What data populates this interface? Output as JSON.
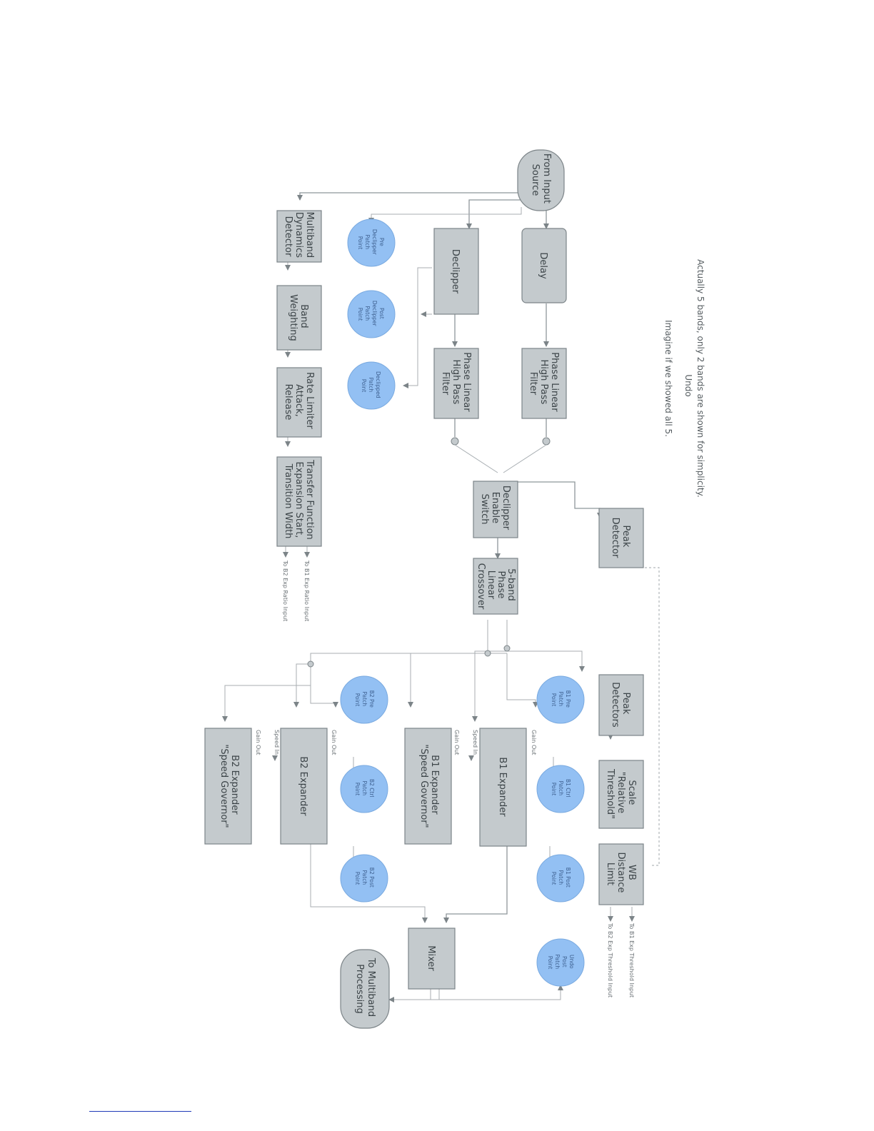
{
  "note": {
    "title": "Undo",
    "line1": "Actually 5 bands, only 2 bands are shown for simplicity.",
    "line2": "Imagine if we showed all 5."
  },
  "nodes": {
    "input_source": [
      "From Input",
      "Source"
    ],
    "delay": [
      "Delay"
    ],
    "hpf1": [
      "Phase Linear",
      "High Pass",
      "Filter"
    ],
    "declipper": [
      "Declipper"
    ],
    "hpf2": [
      "Phase Linear",
      "High Pass",
      "Filter"
    ],
    "multiband_detector": [
      "Multiband",
      "Dynamics",
      "Detector"
    ],
    "band_weighting": [
      "Band",
      "Weighting"
    ],
    "rate_limiter": [
      "Rate Limiter",
      "Attack,",
      "Release"
    ],
    "transfer_function": [
      "Transfer Function",
      "Expansion Start,",
      "Transition Width"
    ],
    "declipper_switch": [
      "Declipper",
      "Enable",
      "Switch"
    ],
    "peak_detector": [
      "Peak",
      "Detector"
    ],
    "crossover": [
      "5-band",
      "Phase",
      "Linear",
      "Crossover"
    ],
    "peak_detectors": [
      "Peak",
      "Detectors"
    ],
    "scale_threshold": [
      "Scale",
      "\"Relative",
      "Threshold\""
    ],
    "wb_distance": [
      "WB",
      "Distance",
      "Limit"
    ],
    "b1_expander": [
      "B1 Expander"
    ],
    "b1_governor": [
      "B1 Expander",
      "\"Speed Governor\""
    ],
    "b2_expander": [
      "B2 Expander"
    ],
    "b2_governor": [
      "B2 Expander",
      "\"Speed Governor\""
    ],
    "mixer": [
      "Mixer"
    ],
    "to_multiband": [
      "To Multiband",
      "Processing"
    ]
  },
  "patch_points": {
    "pre_declipper": [
      "Pre",
      "Declipper",
      "Patch",
      "Point"
    ],
    "post_declipper": [
      "Post",
      "Declipper",
      "Patch",
      "Point"
    ],
    "declipped": [
      "Declipped",
      "Patch",
      "Point"
    ],
    "b1_pre": [
      "B1 Pre",
      "Patch",
      "Point"
    ],
    "b1_ctrl": [
      "B1 Ctrl",
      "Patch",
      "Point"
    ],
    "b1_post": [
      "B1 Post",
      "Patch",
      "Point"
    ],
    "b2_pre": [
      "B2 Pre",
      "Patch",
      "Point"
    ],
    "b2_ctrl": [
      "B2 Ctrl",
      "Patch",
      "Point"
    ],
    "b2_post": [
      "B2 Post",
      "Patch",
      "Point"
    ],
    "undo_post": [
      "Undo",
      "Post",
      "Patch",
      "Point"
    ]
  },
  "edge_labels": {
    "to_b1_ratio": "To B1 Exp Ratio Input",
    "to_b2_ratio": "To B2 Exp Ratio Input",
    "to_b1_threshold": "To B1 Exp Threshold Input",
    "to_b2_threshold": "To B2 Exp Threshold Input",
    "b1_gain_out_top": "Gain Out",
    "b1_speed_in": "Speed In",
    "b1_gain_out": "Gain Out",
    "b2_gain_out_top": "Gain Out",
    "b2_speed_in": "Speed In",
    "b2_gain_out": "Gain Out"
  },
  "colors": {
    "box_fill": "#c4cacd",
    "patch_fill": "#93c0f3",
    "wire": "#8e969a",
    "footnote_rule": "#1f3ab8"
  }
}
